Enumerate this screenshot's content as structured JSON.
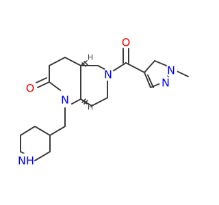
{
  "atom_labels": {
    "carbonyl_oxygen_top": "O",
    "lactam_oxygen": "O",
    "amide_nitrogen": "N",
    "lactam_nitrogen": "N",
    "pyrazole_n1": "N",
    "pyrazole_n2": "N",
    "piperidine_nh": "NH"
  },
  "stereo_labels": {
    "upper_junction": "H",
    "lower_junction": "H"
  },
  "colors": {
    "bond": "#3a3a3a",
    "oxygen": "#ff0000",
    "nitrogen": "#0000ff"
  }
}
